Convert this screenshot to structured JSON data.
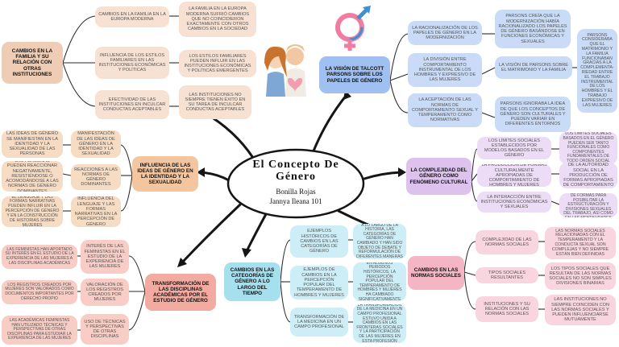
{
  "center": {
    "title": "El Concepto De Género",
    "authors_line1": "Bonilla Rojas",
    "authors_line2": "Jannya Ileana 101"
  },
  "family": {
    "hub": "Cambios en la familia y su relación con otras instituciones",
    "items": [
      {
        "label": "Cambios en la familia en la Europa moderna",
        "detail": "La familia en la Europa moderna sufrió cambios que no coincidieron exactamente con otros cambios en la sociedad"
      },
      {
        "label": "Influencia de los estilos familiares en las instituciones económicas y políticas",
        "detail": "Los estilos familiares pueden influir en las instituciones económicas y políticas emergentes"
      },
      {
        "label": "Efectividad de las instituciones en inculcar conductas aceptables",
        "detail": "Las instituciones no siempre tienen éxito en su tarea de inculcar conductas aceptables"
      }
    ]
  },
  "parsons": {
    "hub": "La visión de Talcott Parsons sobre los papeles de género",
    "items": [
      {
        "label": "La racionalización de los papeles de género en la modernización",
        "detail": "Parsons creía que la modernización había racionalizado los papeles de género basándose en funciones económicas y sexuales"
      },
      {
        "label": "La división entre comportamiento instrumental de los hombres y expresivo de las mujeres",
        "detail": "La visión de Parsons sobre el matrimonio y la familia",
        "extra": "Parsons consideraba que el matrimonio y la familia funcionaban gracias a la complementa-riedad entre el trabajo instrumental de los hombres y el trabajo expresivo de las mujeres"
      },
      {
        "label": "La aceptación de las normas de comportamiento sexual y temperamento como normativas",
        "detail": "Parsons ignoraba la idea de que los conceptos de género son culturales y pueden variar en diferentes entornos"
      }
    ]
  },
  "complexity": {
    "hub": "La complejidad del género como fenómeno cultural",
    "items": [
      {
        "label": "Los límites sociales establecidos por modelos basados en el género",
        "detail": "Los límites sociales basados en el género pueden ser tanto funcionales como componentes fundamentales de todo orden social"
      },
      {
        "label": "La producción de formas culturalmente apropiadas de comportamiento de hombres y mujeres",
        "detail": "La función central de la autoridad social en la producción de formas apropiadas de comportamiento de género"
      },
      {
        "label": "La interacción entre instituciones económicas y sexuales",
        "detail": "Las economías capitalistas dependen de formas para posibilitar la estructuración y divisiones sexuales del trabajo, así como en las mentalidades características"
      }
    ]
  },
  "influence": {
    "hub": "Influencia de las ideas de género en la identidad y la sexualidad",
    "items": [
      {
        "label": "Manifestación de las ideas de género en la identidad y la sexualidad",
        "detail": "Las ideas de género se manifiestan en la identidad y la sexualidad de las personas"
      },
      {
        "label": "Reacciones a las normas de género dominantes",
        "detail": "Las personas pueden reaccionar negativamente, resistiéndose o acomodándose a las normas de género dominantes"
      },
      {
        "label": "Influencia del lenguaje y las formas narrativas en la percepción de género",
        "detail": "El lenguaje y las formas narrativas pueden influir en la percepción de género y en la construcción de historias sobre mujeres"
      }
    ]
  },
  "historical": {
    "hub": "Cambios en las categorías de género a lo largo del tiempo",
    "items": [
      {
        "label": "Ejemplos históricos de cambios en las categorías de género",
        "detail": "A lo largo de la historia, las categorías de género han cambiado y han sido objeto de debate y reformulación de diferentes maneras"
      },
      {
        "label": "Ejemplos de cambios en la percepción popular del temperamento de hombres y mujeres",
        "detail": "En algunos periodos históricos, la percepción popular del temperamento de hombres y mujeres ha cambiado significativamente"
      },
      {
        "label": "Transformación de la medicina en un campo profesional",
        "detail": "La transformación de la medicina en un campo profesional estuvo unida a cambios en las fronteras sociales y la participación de las mujeres en esta profesión"
      }
    ]
  },
  "social": {
    "hub": "Cambios en las normas sociales",
    "items": [
      {
        "label": "Complejidad de las normas sociales",
        "detail": "Las normas sociales relacionadas con el temperamento y la conducta sexual son complejas y no siempre están bien definidas"
      },
      {
        "label": "Tipos sociales resultantes",
        "detail": "Los tipos sociales que resultan de las normas sociales no son simples divisiones binarias"
      },
      {
        "label": "Instituciones y su relación con las normas sociales",
        "detail": "Las instituciones no siempre coinciden con las normas sociales y pueden influenciarse mutuamente"
      }
    ]
  },
  "disciplines": {
    "hub": "Transformación de las disciplinas académicas por el estudio de género",
    "items": [
      {
        "label": "Interés de las feministas en el estudio de la experiencia de las mujeres",
        "detail": "Las feministas han aportado su interés en el estudio de la experiencia de las mujeres a las disciplinas académicas"
      },
      {
        "label": "Valoración de los registros creados por mujeres",
        "detail": "Los registros creados por mujeres son valorados como documentos importantes por derecho propio"
      },
      {
        "label": "Uso de técnicas y perspectivas de otras disciplinas",
        "detail": "Las académicas feministas han utilizado técnicas y perspectivas de otras disciplinas para estudiar la experiencia de las mujeres"
      }
    ]
  },
  "icons": {
    "gender_symbol": "gender-symbol-icon",
    "couple": "couple-illustration"
  },
  "colors": {
    "peach": "#f6e1d2",
    "blue": "#c9dbf6",
    "lavender": "#ecdcf5",
    "orange": "#f7dcc4",
    "cyan": "#cdeef6",
    "pink": "#f9d6df",
    "salmon": "#f8cdc5"
  }
}
